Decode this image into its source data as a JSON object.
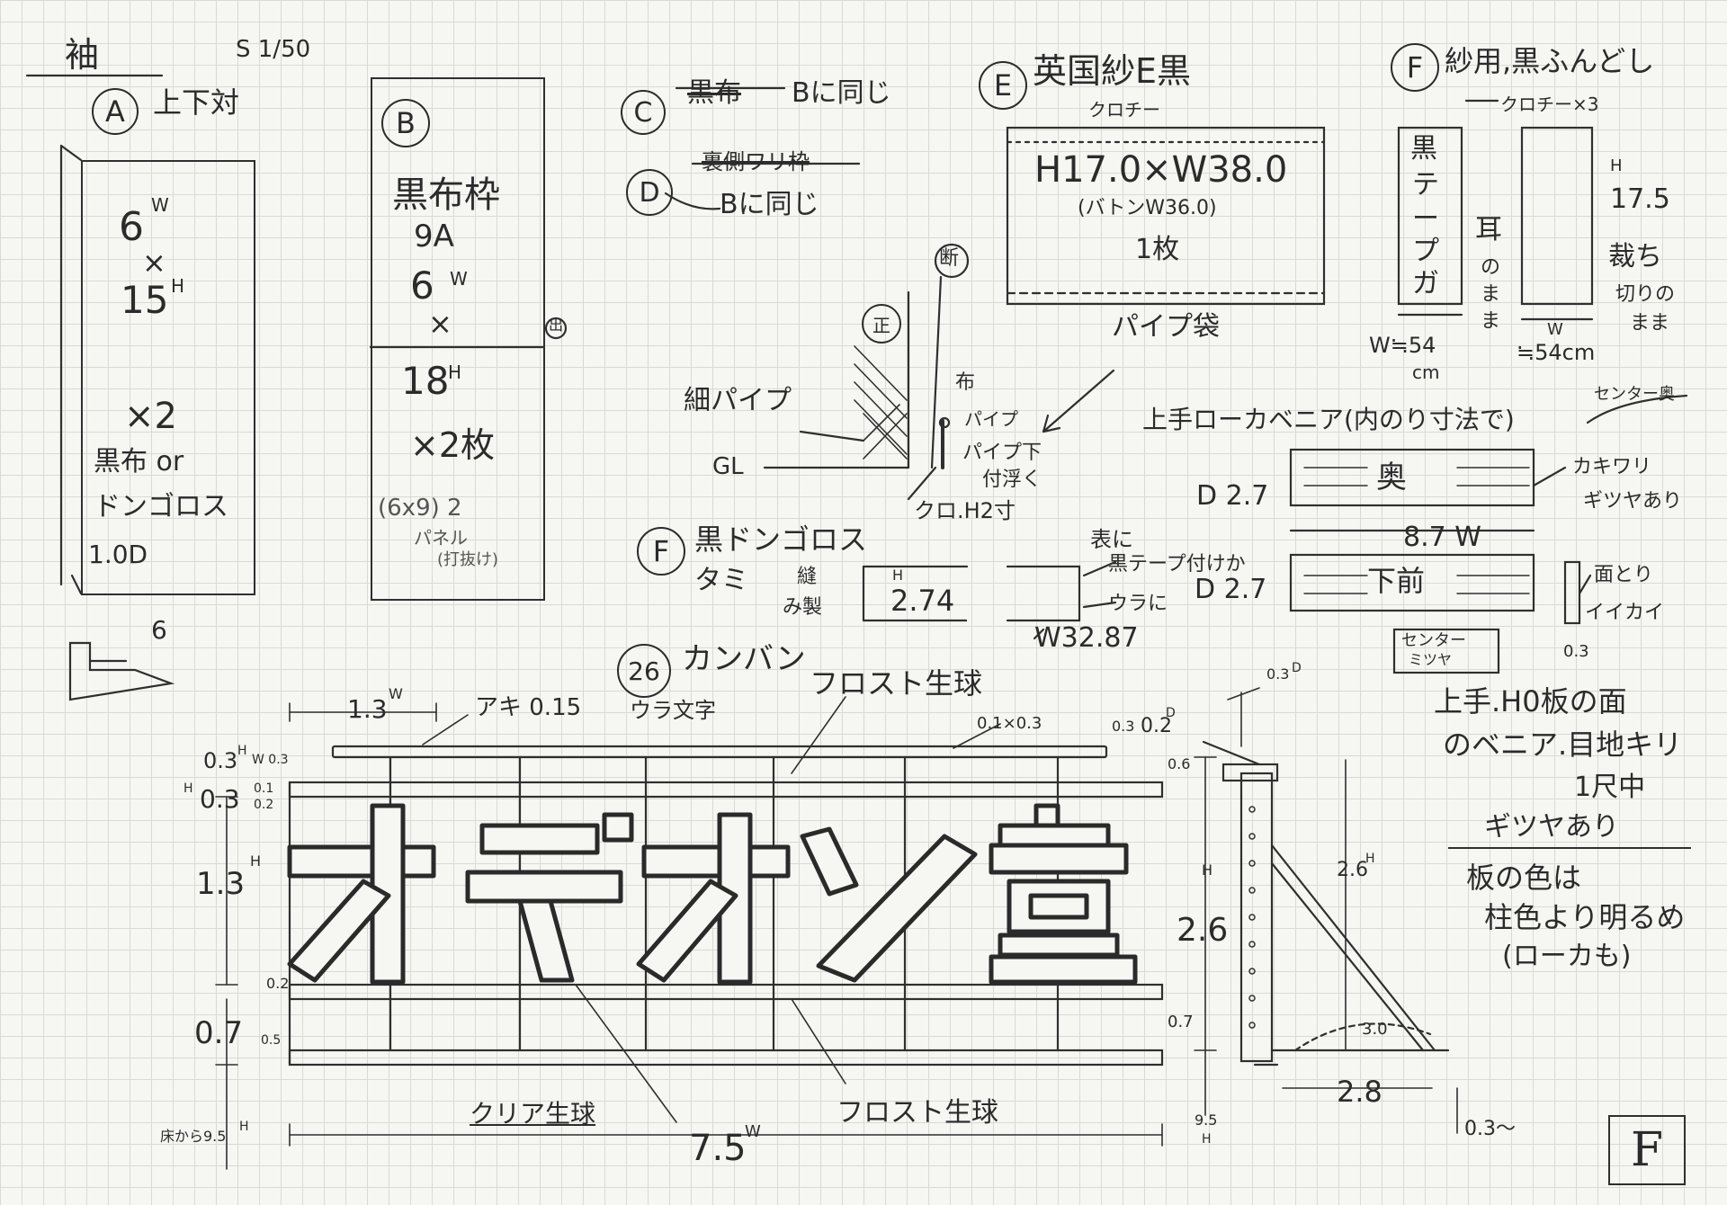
{
  "header": {
    "title": "袖",
    "scale": "S 1/50"
  },
  "panelA": {
    "id": "A",
    "title": "上下対",
    "width": "6",
    "width_unit": "W",
    "times": "×",
    "height": "15",
    "height_unit": "H",
    "qty": "×2",
    "material1": "黒布 or",
    "material2": "ドンゴロス",
    "depth": "1.0D",
    "bottom_mark": "6"
  },
  "panelB": {
    "id": "B",
    "title": "黒布枠",
    "sub": "9A",
    "width": "6",
    "width_unit": "W",
    "times": "×",
    "height": "18",
    "height_unit": "H",
    "qty": "×2枚",
    "note1": "(6x9) 2",
    "note2": "パネル",
    "note3": "(打抜け)",
    "side_mark": "出"
  },
  "itemC": {
    "id": "C",
    "struck": "黒布",
    "same": "Bに同じ"
  },
  "itemD": {
    "id": "D",
    "struck": "裏側ワリ枠",
    "same": "Bに同じ"
  },
  "sectionDetail": {
    "cut_mark": "断",
    "front_mark": "正",
    "thin_pipe": "細パイプ",
    "gl": "GL",
    "cloth": "布",
    "pipe": "パイプ",
    "pipe_bottom1": "パイプ下",
    "pipe_bottom2": "付浮く",
    "cloth_h": "クロ.H2寸"
  },
  "panelE": {
    "id": "E",
    "title": "英国紗E黒",
    "hem": "クロチー",
    "size": "H17.0×W38.0",
    "batten": "(バトンW36.0)",
    "count": "1枚",
    "pipe_bag": "パイプ袋"
  },
  "panelF": {
    "id": "F",
    "title": "紗用,黒ふんどし",
    "hem": "クロチー×3",
    "tape": [
      "黒",
      "テ",
      "ー",
      "プ",
      "ガ"
    ],
    "ear": [
      "耳",
      "の",
      "ま",
      "ま"
    ],
    "height_label": "H",
    "height": "17.5",
    "cut": "裁ち",
    "cut2": "切りの",
    "cut3": "まま",
    "w1": "W≒54",
    "w1_unit": "cm",
    "w2": "W",
    "w2b": "≒54cm"
  },
  "veneer": {
    "title": "上手ローカベニア(内のり寸法で)",
    "center": "センター奥",
    "back": "奥",
    "front": "下前",
    "d1": "D 2.7",
    "d2": "D 2.7",
    "width": "8.7 W",
    "kakiwari1": "カキワリ",
    "kakiwari2": "ギツヤあり",
    "mentori": "面とり",
    "iikai": "イイカイ",
    "thick": "0.3",
    "center_mark1": "センター",
    "center_mark2": "ミツヤ"
  },
  "panelF2": {
    "id": "F",
    "title": "黒ドンゴロス",
    "sub": "タミ",
    "sew1": "縫",
    "sew2": "み製",
    "h_label": "H",
    "h_val": "2.74",
    "face1": "表に",
    "face2": "黒テープ付けか",
    "back_txt": "ウラに",
    "w_val": "W32.87"
  },
  "signboard": {
    "id": "26",
    "title": "カンバン",
    "frost_top": "フロスト生球",
    "frost_bottom": "フロスト生球",
    "clear": "クリア生球",
    "w13": "1.3",
    "w13_unit": "W",
    "aki": "アキ 0.15",
    "ura": "ウラ文字",
    "dim_01x03": "0.1×0.3",
    "d03a": "0.3",
    "d03a_unit": "H",
    "w03": "W 0.3",
    "d03b": "0.3",
    "d03b_unit": "H",
    "d01": "0.1",
    "d02": "0.2",
    "h13": "1.3",
    "h13_unit": "H",
    "d02b": "0.2",
    "d07": "0.7",
    "d05": "0.5",
    "floor": "床から9.5",
    "floor_unit": "H",
    "total_w": "7.5",
    "total_w_unit": "W",
    "letters": [
      "オ",
      "デ",
      "オ",
      "ン",
      "堂"
    ],
    "d03c": "0.3",
    "d02d": "0.2",
    "d02d_unit": "D",
    "d03d": "0.3",
    "d03d_unit": "D",
    "d06": "0.6",
    "h26": "2.6",
    "h26_unit": "H",
    "d07b": "0.7",
    "d26side": "2.6",
    "d26side_unit": "H",
    "d30": "3.0",
    "w28": "2.8",
    "d95": "9.5",
    "d95_unit": "H",
    "d03e": "0.3〜"
  },
  "notes": {
    "line1": "上手.H0板の面",
    "line2": "のベニア.目地キリ",
    "line3": "1尺中",
    "line4": "ギツヤあり",
    "line5": "板の色は",
    "line6": "柱色より明るめ",
    "line7": "(ローカも)"
  },
  "footer": {
    "sheet_mark": "F"
  }
}
